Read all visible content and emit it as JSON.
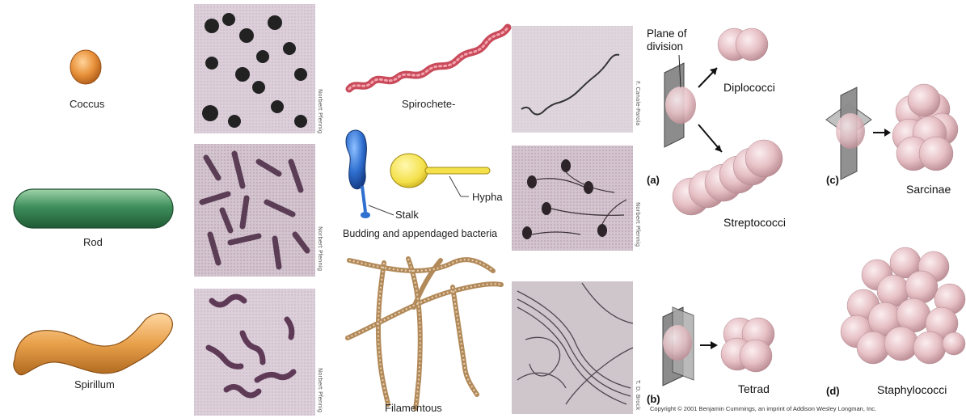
{
  "shapes": {
    "coccus": "Coccus",
    "rod": "Rod",
    "spirillum": "Spirillum",
    "spirochete": "Spirochete-",
    "stalk": "Stalk",
    "hypha": "Hypha",
    "budding": "Budding and appendaged bacteria",
    "filamentous": "Filamentous"
  },
  "photo_credits": {
    "p1": "Norbert Pfennig",
    "p2": "Norbert Pfennig",
    "p3": "Norbert Pfennig",
    "p4": "F. Canale-Parola",
    "p5": "Norbert Pfennig",
    "p6": "T. D. Brock"
  },
  "arrangements": {
    "plane_of_division": "Plane of division",
    "a": "(a)",
    "b": "(b)",
    "c": "(c)",
    "d": "(d)",
    "diplococci": "Diplococci",
    "streptococci": "Streptococci",
    "sarcinae": "Sarcinae",
    "tetrad": "Tetrad",
    "staphylococci": "Staphylococci"
  },
  "copyright": "Copyright © 2001 Benjamin Cummings, an imprint of Addison Wesley Longman, Inc.",
  "colors": {
    "coccus": "#e8913a",
    "rod": "#3f8f5c",
    "spirillum": "#e8a04a",
    "spirochete": "#c94a5a",
    "budding_blue": "#2f6fd0",
    "hypha_yellow": "#f4e04a",
    "filament": "#b28a5a",
    "sphere": "#e8c4c8",
    "photo_bg": "#d9c9d6"
  }
}
